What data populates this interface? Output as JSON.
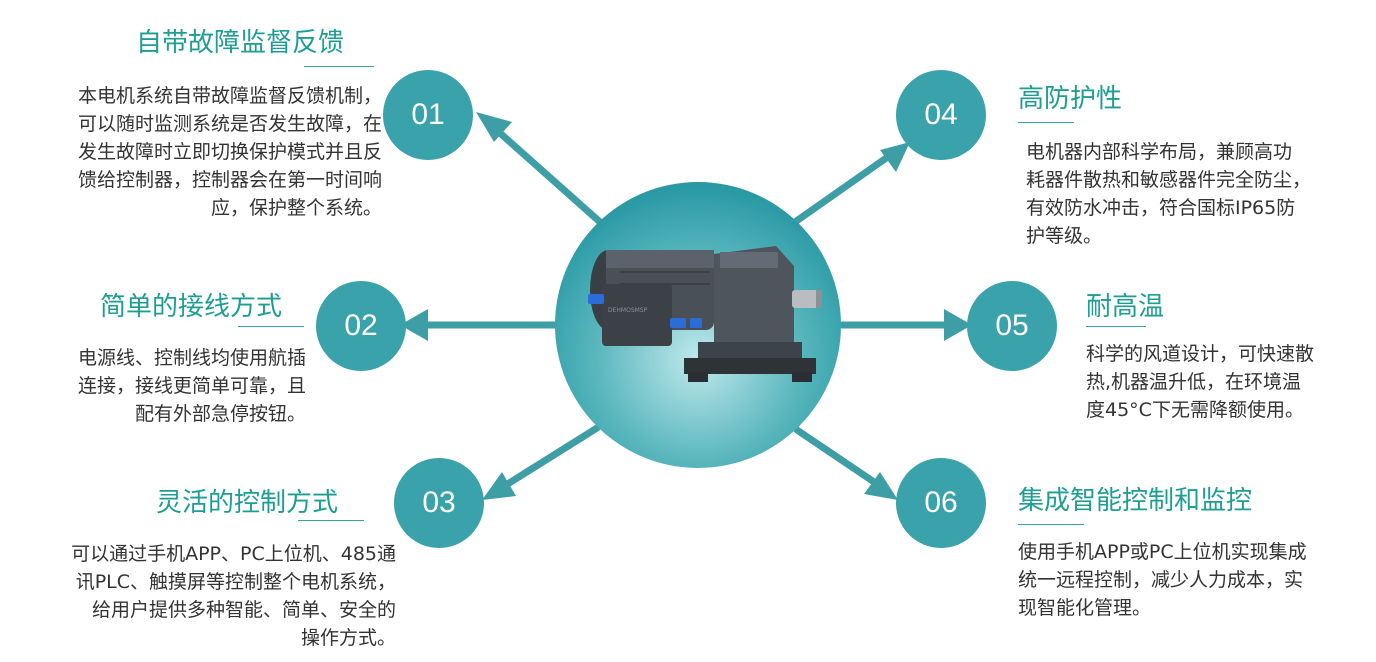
{
  "colors": {
    "title": "#1e9e93",
    "circle": "#3aa2aa",
    "arrow": "#3e9ea6",
    "text": "#333333"
  },
  "center": {
    "image": "gear-motor-icon",
    "logo_text": "DEHMOSMSP"
  },
  "features": [
    {
      "number": "01",
      "title": "自带故障监督反馈",
      "description": "本电机系统自带故障监督反馈机制，\n可以随时监测系统是否发生故障，在\n发生故障时立即切换保护模式并且反\n馈给控制器，控制器会在第一时间响\n应，保护整个系统。"
    },
    {
      "number": "02",
      "title": "简单的接线方式",
      "description": "电源线、控制线均使用航插\n连接，接线更简单可靠，且\n配有外部急停按钮。"
    },
    {
      "number": "03",
      "title": "灵活的控制方式",
      "description": "可以通过手机APP、PC上位机、485通\n讯PLC、触摸屏等控制整个电机系统，\n给用户提供多种智能、简单、安全的\n操作方式。"
    },
    {
      "number": "04",
      "title": "高防护性",
      "description": "电机器内部科学布局，兼顾高功\n耗器件散热和敏感器件完全防尘，\n有效防水冲击，符合国标IP65防\n护等级。"
    },
    {
      "number": "05",
      "title": "耐高温",
      "description": "科学的风道设计，可快速散\n热,机器温升低，在环境温\n度45°C下无需降额使用。"
    },
    {
      "number": "06",
      "title": "集成智能控制和监控",
      "description": "使用手机APP或PC上位机实现集成\n统一远程控制，减少人力成本，实\n现智能化管理。"
    }
  ]
}
